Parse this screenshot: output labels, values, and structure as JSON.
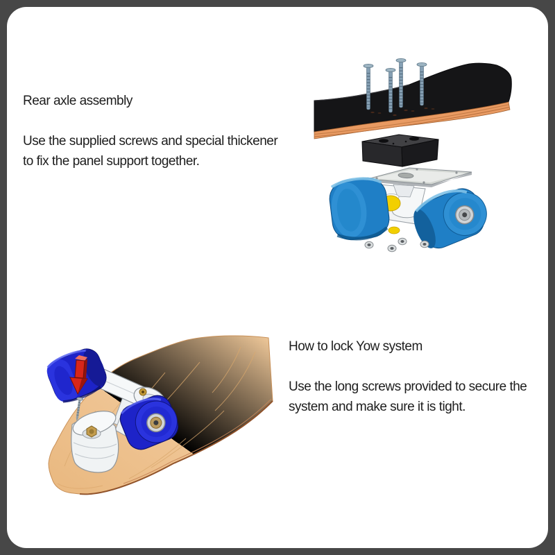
{
  "window": {
    "background_color": "#474747",
    "card_color": "#ffffff"
  },
  "sections": [
    {
      "id": "rear-axle-assembly",
      "heading": "Rear axle assembly",
      "body_lines": [
        "Use the supplied screws and special thickener",
        "to fix the panel support together."
      ],
      "illustration": "exploded view: four mounting screws, deck side view, black riser pad, white truck with blue wheels, four axle nuts"
    },
    {
      "id": "lock-yow-system",
      "heading": "How to lock Yow system",
      "body_lines": [
        "Use the long screws provided to secure the",
        "system and make sure it is tight."
      ],
      "illustration": "underside of wooden deck with white Yow surf truck, blue wheels, red down arrow pointing to long screw"
    }
  ],
  "palette": {
    "text": "#1d1d1d",
    "frame_gray": "#474747",
    "wheel_blue_top": "#2f90d4",
    "wheel_blue_bottom": "#2a33de",
    "arrow_red": "#d8261a",
    "bushing_yellow": "#f2cf00",
    "wood": "#f0c493",
    "ply_edge_orange": "#e89a62",
    "deck_black": "#141416"
  }
}
